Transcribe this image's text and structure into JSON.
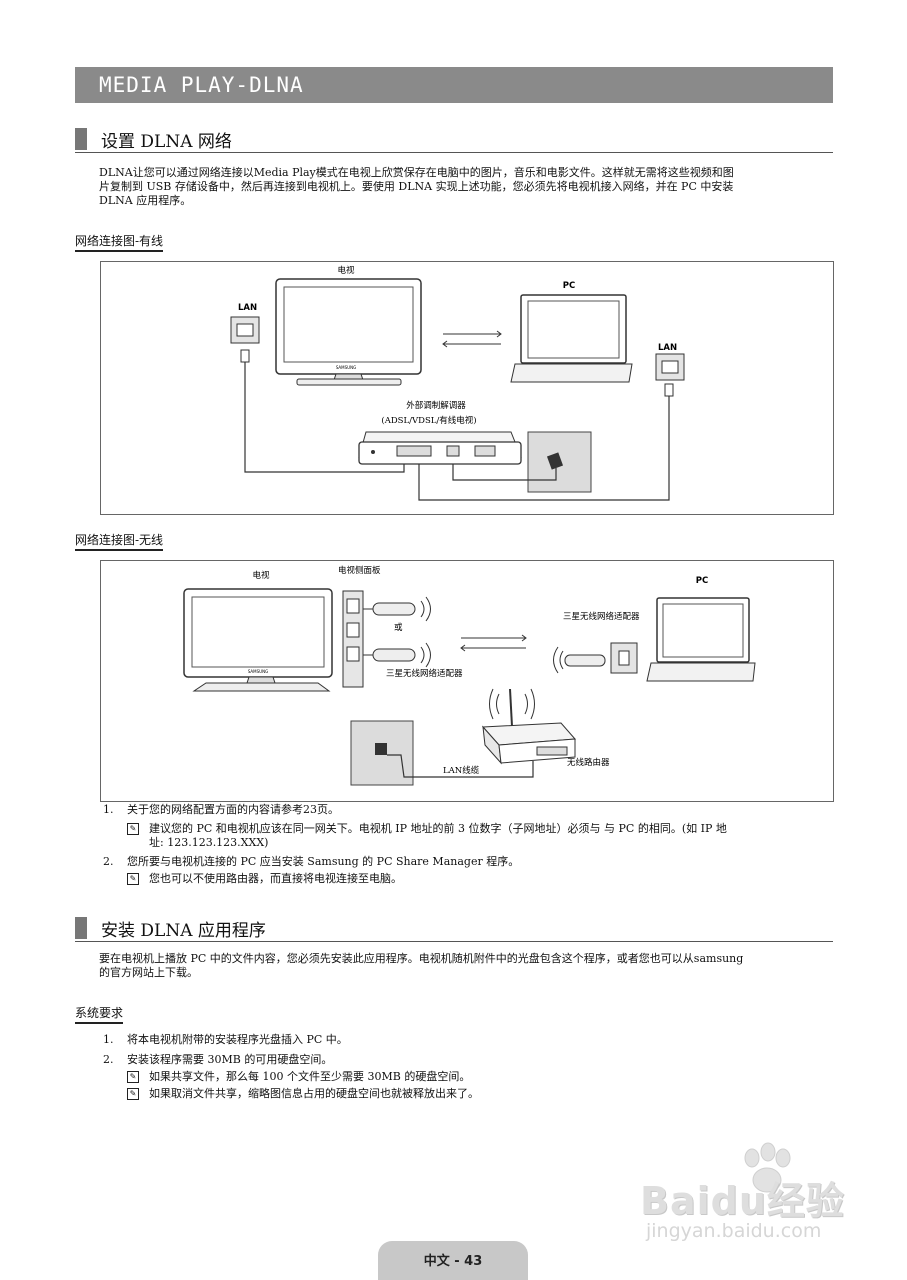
{
  "header": {
    "title": "MEDIA PLAY-DLNA"
  },
  "section1": {
    "title": "设置 DLNA 网络",
    "para_lines": [
      "DLNA让您可以通过网络连接以Media Play模式在电视上欣赏保存在电脑中的图片，音乐和电影文件。这样就无需将这些视频和图",
      "片复制到 USB 存储设备中，然后再连接到电视机上。要使用 DLNA 实现上述功能，您必须先将电视机接入网络，并在 PC 中安装",
      "DLNA 应用程序。"
    ]
  },
  "wired": {
    "title": "网络连接图-有线",
    "tv_label": "电视",
    "pc_label": "PC",
    "lan_left": "LAN",
    "lan_right": "LAN",
    "modem_label": "外部调制解调器",
    "modem_sub": "(ADSL/VDSL/有线电视)",
    "brand": "SAMSUNG"
  },
  "wireless": {
    "title": "网络连接图-无线",
    "tv_label": "电视",
    "side_panel_label": "电视侧面板",
    "pc_label": "PC",
    "or_label": "或",
    "adapter_label_tv": "三星无线网络适配器",
    "adapter_label_pc": "三星无线网络适配器",
    "router_label": "无线路由器",
    "cable_label": "LAN线缆",
    "brand": "SAMSUNG"
  },
  "notes1": {
    "item1_num": "1.",
    "item1": "关于您的网络配置方面的内容请参考23页。",
    "item1_note_l1": "建议您的 PC 和电视机应该在同一网关下。电视机 IP 地址的前 3 位数字（子网地址）必须与 与 PC 的相同。(如 IP 地",
    "item1_note_l2": "址: 123.123.123.XXX)",
    "item2_num": "2.",
    "item2": "您所要与电视机连接的 PC 应当安装 Samsung 的 PC Share Manager 程序。",
    "item2_note": "您也可以不使用路由器，而直接将电视连接至电脑。"
  },
  "section2": {
    "title": "安装 DLNA 应用程序",
    "para_lines": [
      "要在电视机上播放 PC 中的文件内容，您必须先安装此应用程序。电视机随机附件中的光盘包含这个程序，或者您也可以从samsung",
      "的官方网站上下载。"
    ]
  },
  "sysreq": {
    "title": "系统要求",
    "item1_num": "1.",
    "item1": "将本电视机附带的安装程序光盘插入 PC 中。",
    "item2_num": "2.",
    "item2": "安装该程序需要 30MB 的可用硬盘空间。",
    "note1": "如果共享文件，那么每 100 个文件至少需要 30MB 的硬盘空间。",
    "note2": "如果取消文件共享，缩略图信息占用的硬盘空间也就被释放出来了。"
  },
  "note_icon_glyph": "✎",
  "footer": {
    "page": "中文 - 43"
  },
  "watermark": {
    "brand": "Baidu经验",
    "url": "jingyan.baidu.com"
  },
  "colors": {
    "title_bar": "#8a8a8a",
    "footer": "#c8c8c8",
    "accent_block": "#777777"
  }
}
